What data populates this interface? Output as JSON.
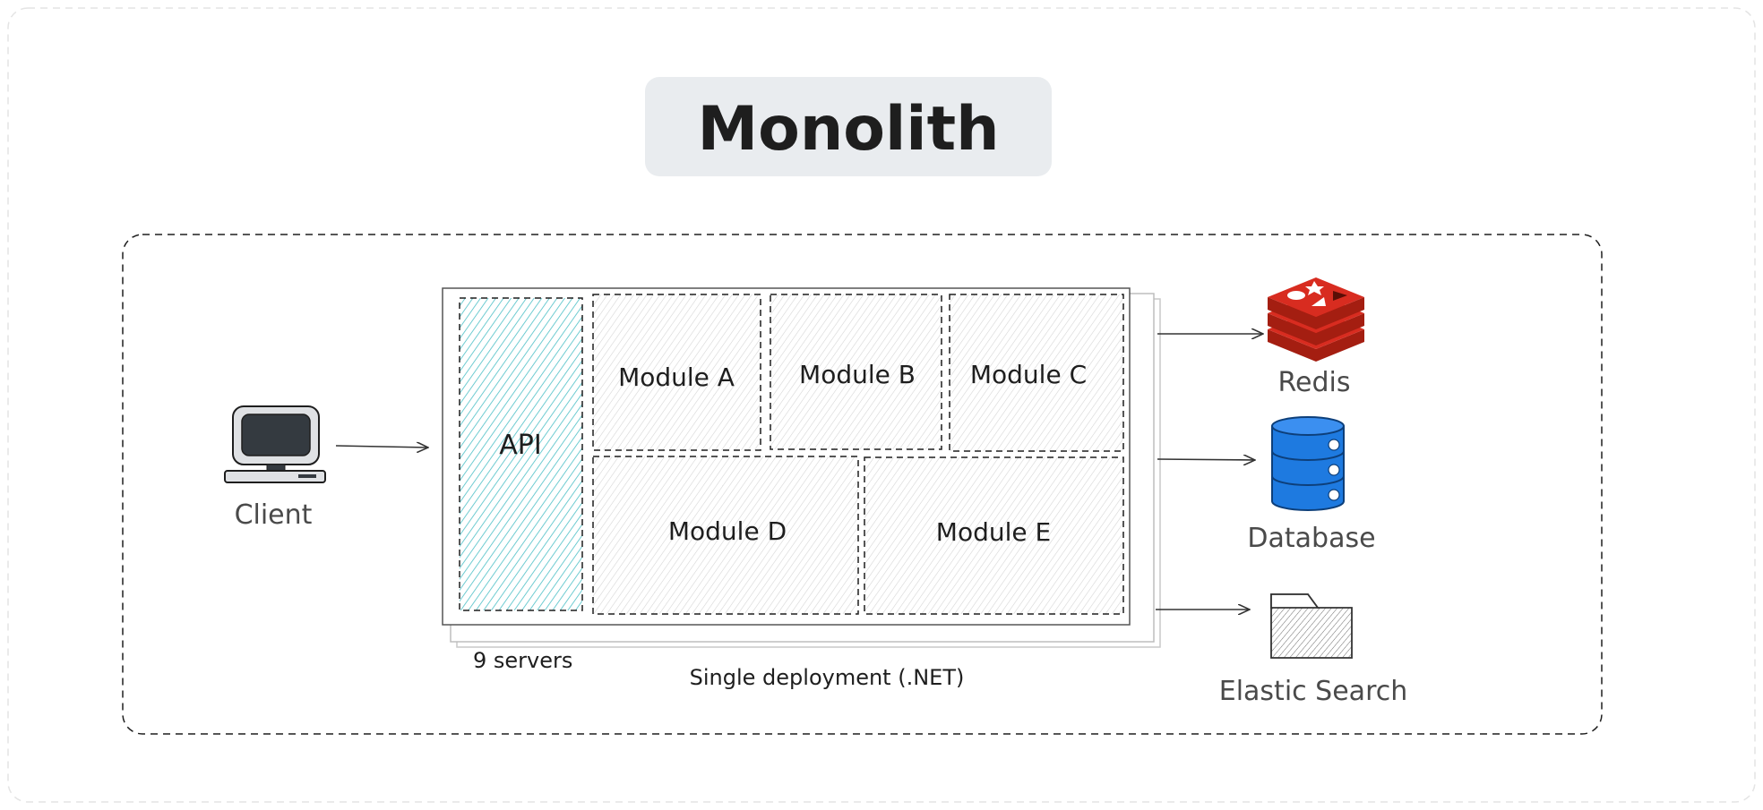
{
  "title": "Monolith",
  "client": {
    "label": "Client"
  },
  "app": {
    "api_label": "API",
    "modules": [
      "Module A",
      "Module B",
      "Module C",
      "Module D",
      "Module E"
    ],
    "servers_label": "9 servers",
    "deployment_label": "Single deployment (.NET)"
  },
  "services": [
    {
      "name": "Redis",
      "icon": "redis-icon",
      "color": "#c9302c"
    },
    {
      "name": "Database",
      "icon": "database-icon",
      "color": "#1e7ae0"
    },
    {
      "name": "Elastic Search",
      "icon": "folder-icon",
      "color": "#555555"
    }
  ],
  "colors": {
    "api_fill": "#8fd8dc",
    "module_fill": "#e9e9e9",
    "title_bg": "#e9ecef",
    "stroke": "#1e1e1e"
  }
}
